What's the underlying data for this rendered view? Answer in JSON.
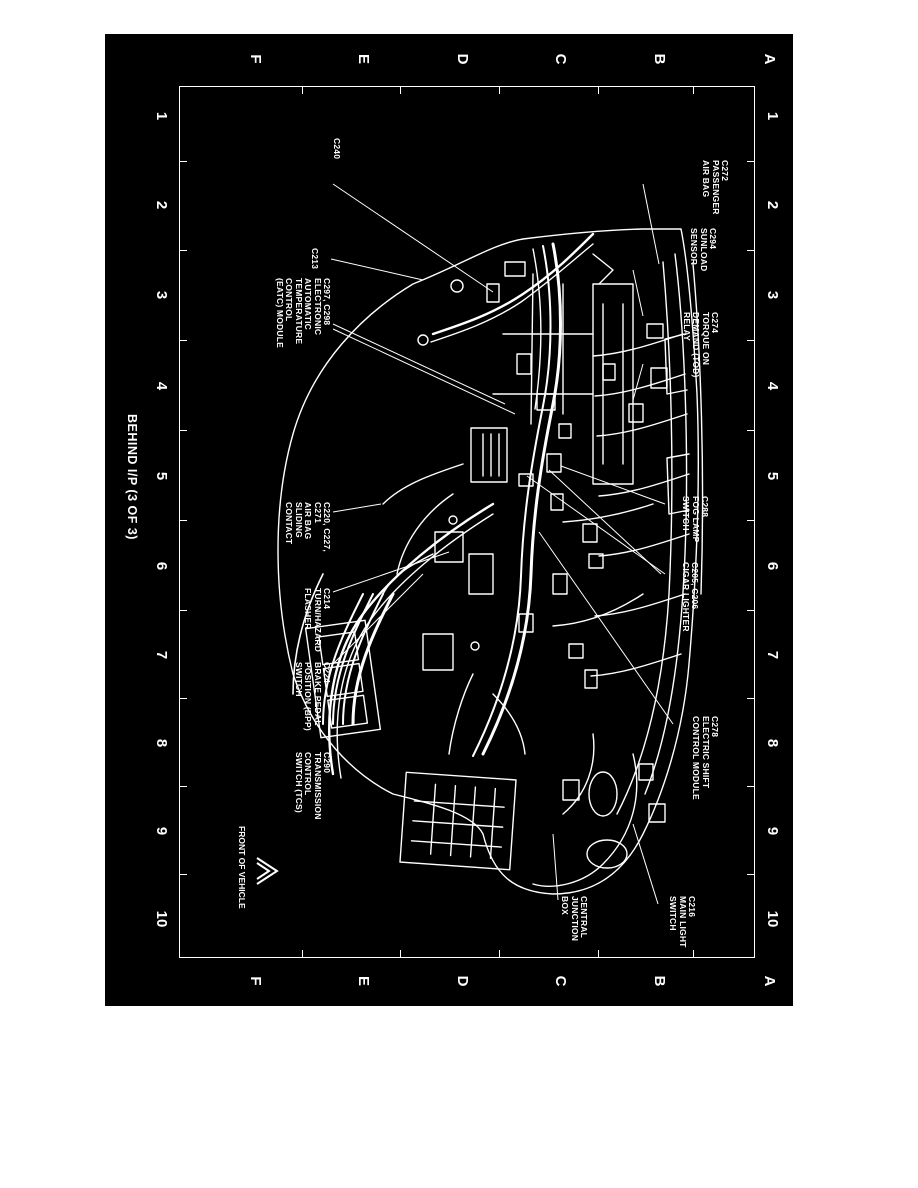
{
  "grid": {
    "rows": [
      "A",
      "B",
      "C",
      "D",
      "E",
      "F"
    ],
    "columns": [
      "1",
      "2",
      "3",
      "4",
      "5",
      "6",
      "7",
      "8",
      "9",
      "10"
    ]
  },
  "caption": "BEHIND I/P (3 OF 3)",
  "front_label": "FRONT OF VEHICLE",
  "callouts": {
    "c272": "C272\nPASSENGER\nAIR BAG",
    "c294": "C294\nSUNLOAD\nSENSOR",
    "c274": "C274\nTORQUE ON\nDEMAND (TOD)\nRELAY",
    "c288": "C288\nFOG LAMP\nSWITCH",
    "c205": "C205, C206\nCIGAR LIGHTER",
    "c278": "C278\nELECTRIC SHIFT\nCONTROL MODULE",
    "c216": "C216\nMAIN LIGHT\nSWITCH",
    "cjb": "CENTRAL\nJUNCTION\nBOX",
    "c240": "C240",
    "c213": "C213",
    "c297": "C297, C298\nELECTRONIC\nAUTOMATIC\nTEMPERATURE\nCONTROL\n(EATC) MODULE",
    "c220": "C220, C227,\nC271\nAIR BAG\nSLIDING\nCONTACT",
    "c214": "C214\nTURN/HAZARD\nFLASHER",
    "c224": "C224\nBRAKE PEDAL\nPOSITION (BPP)\nSWITCH",
    "c290": "C290\nTRANSMISSION\nCONTROL\nSWITCH (TCS)"
  }
}
